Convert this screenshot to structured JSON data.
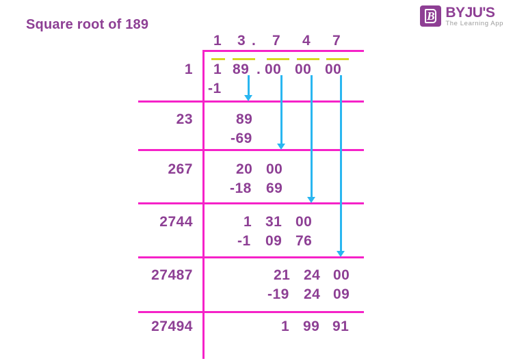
{
  "page": {
    "title": "Square root of 189",
    "background_color": "#ffffff"
  },
  "logo": {
    "name": "BYJU'S",
    "mark_letter": "B",
    "tagline": "The Learning App",
    "brand_color": "#8e3f94"
  },
  "colors": {
    "text_purple": "#8d3f94",
    "rule_magenta": "#f522c8",
    "pair_bar_yellow": "#d7d722",
    "arrow_cyan": "#29b6f0"
  },
  "long_division": {
    "method": "square-root-long-division",
    "quotient_digits": [
      "1",
      "3",
      ".",
      "7",
      "4",
      "7"
    ],
    "quotient_text": "13.747",
    "dividend_groups": [
      "1",
      "89",
      ".",
      "00",
      "00",
      "00"
    ],
    "dividend_text": "1 89 . 00 00 00",
    "pair_bar_count": 5,
    "divisors": [
      "1",
      "23",
      "267",
      "2744",
      "27487",
      "27494"
    ],
    "steps": [
      {
        "divisor": "1",
        "subtract": "-1",
        "bring_down": "89",
        "remainder": "89"
      },
      {
        "divisor": "23",
        "subtract": "-69",
        "bring_down": "20 00",
        "remainder": "20 00"
      },
      {
        "divisor": "267",
        "subtract": "-18 69",
        "bring_down": "1 31 00",
        "remainder": "1 31 00"
      },
      {
        "divisor": "2744",
        "subtract": "-1 09 76",
        "bring_down": "21 24 00",
        "remainder": "21 24 00"
      },
      {
        "divisor": "27487",
        "subtract": "-19 24 09",
        "bring_down": "1 99 91",
        "remainder": "1 99 91"
      },
      {
        "divisor": "27494",
        "subtract": "",
        "bring_down": "",
        "remainder": ""
      }
    ],
    "rows": [
      {
        "divisor": "1",
        "line1": "1  89 . 00  00  00",
        "line2": "-1"
      },
      {
        "divisor": "23",
        "line1": "89",
        "line2": "-69"
      },
      {
        "divisor": "267",
        "line1": "20  00",
        "line2": "-18  69"
      },
      {
        "divisor": "2744",
        "line1": "1  31  00",
        "line2": "-1  09  76"
      },
      {
        "divisor": "27487",
        "line1": "21  24  00",
        "line2": "-19  24  09"
      },
      {
        "divisor": "27494",
        "line1": "1  99  91",
        "line2": ""
      }
    ],
    "work_cells": {
      "r0_d1": "1",
      "r0_d2": "89",
      "r0_dot": ".",
      "r0_d3": "00",
      "r0_d4": "00",
      "r0_d5": "00",
      "r0_sub": "-1",
      "r1_val": "89",
      "r1_sub": "-69",
      "r2_a": "20",
      "r2_b": "00",
      "r2_sub_a": "-18",
      "r2_sub_b": "69",
      "r3_a": "1",
      "r3_b": "31",
      "r3_c": "00",
      "r3_sub_a": "-1",
      "r3_sub_b": "09",
      "r3_sub_c": "76",
      "r4_a": "21",
      "r4_b": "24",
      "r4_c": "00",
      "r4_sub_a": "-19",
      "r4_sub_b": "24",
      "r4_sub_c": "09",
      "r5_a": "1",
      "r5_b": "99",
      "r5_c": "91"
    },
    "quotient_cells": {
      "q1": "1",
      "q2": "3",
      "qdot": ".",
      "q3": "7",
      "q4": "4",
      "q5": "7"
    }
  }
}
